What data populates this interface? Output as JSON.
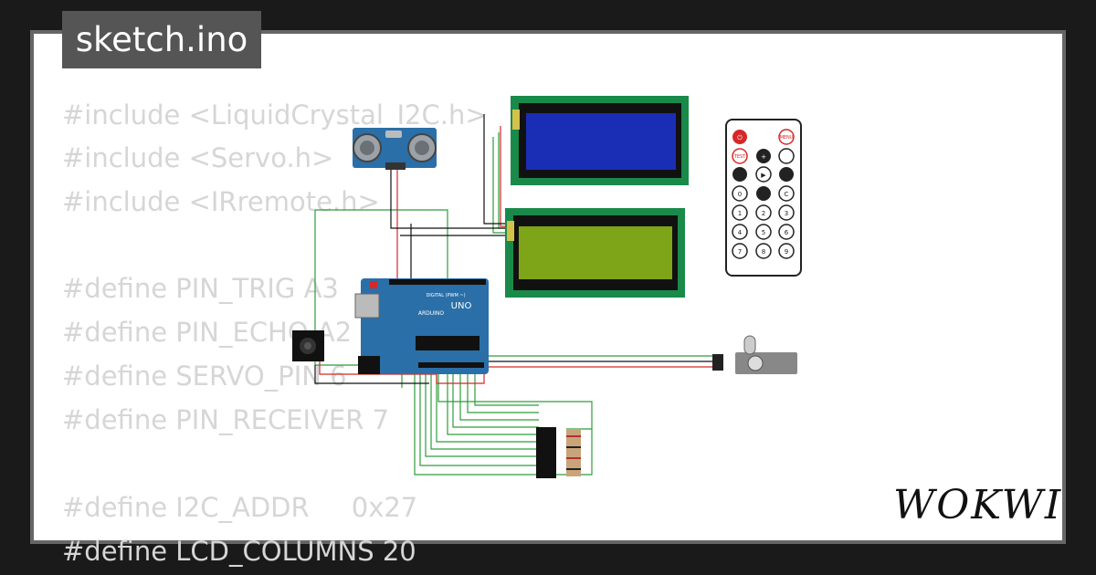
{
  "filename": "sketch.ino",
  "brand": "WOKWI",
  "code_lines": [
    "#include <LiquidCrystal_I2C.h>",
    "#include <Servo.h>",
    "#include <IRremote.h>",
    "",
    "#define PIN_TRIG A3",
    "#define PIN_ECHO A2",
    "#define SERVO_PIN 6",
    "#define PIN_RECEIVER 7",
    "",
    "#define I2C_ADDR     0x27",
    "#define LCD_COLUMNS 20"
  ],
  "board": {
    "label_top": "DIGITAL (PWM ~)",
    "label_brand": "UNO",
    "label_sub": "ARDUINO"
  },
  "remote": {
    "buttons": [
      "power",
      "MENU",
      "TEST",
      "+",
      "back",
      "prev",
      "play",
      "next",
      "0",
      "-",
      "C",
      "1",
      "2",
      "3",
      "4",
      "5",
      "6",
      "7",
      "8",
      "9"
    ]
  },
  "colors": {
    "page_bg": "#1a1a1a",
    "frame": "#666666",
    "code_text": "#d6d6d6",
    "lcd_blue": "#1a2eb5",
    "lcd_green": "#7ea518",
    "pcb_green": "#1a8a4a",
    "board_blue": "#2a6fa8",
    "wire_green": "#2e9e3a",
    "wire_red": "#d62828",
    "wire_black": "#111111"
  }
}
